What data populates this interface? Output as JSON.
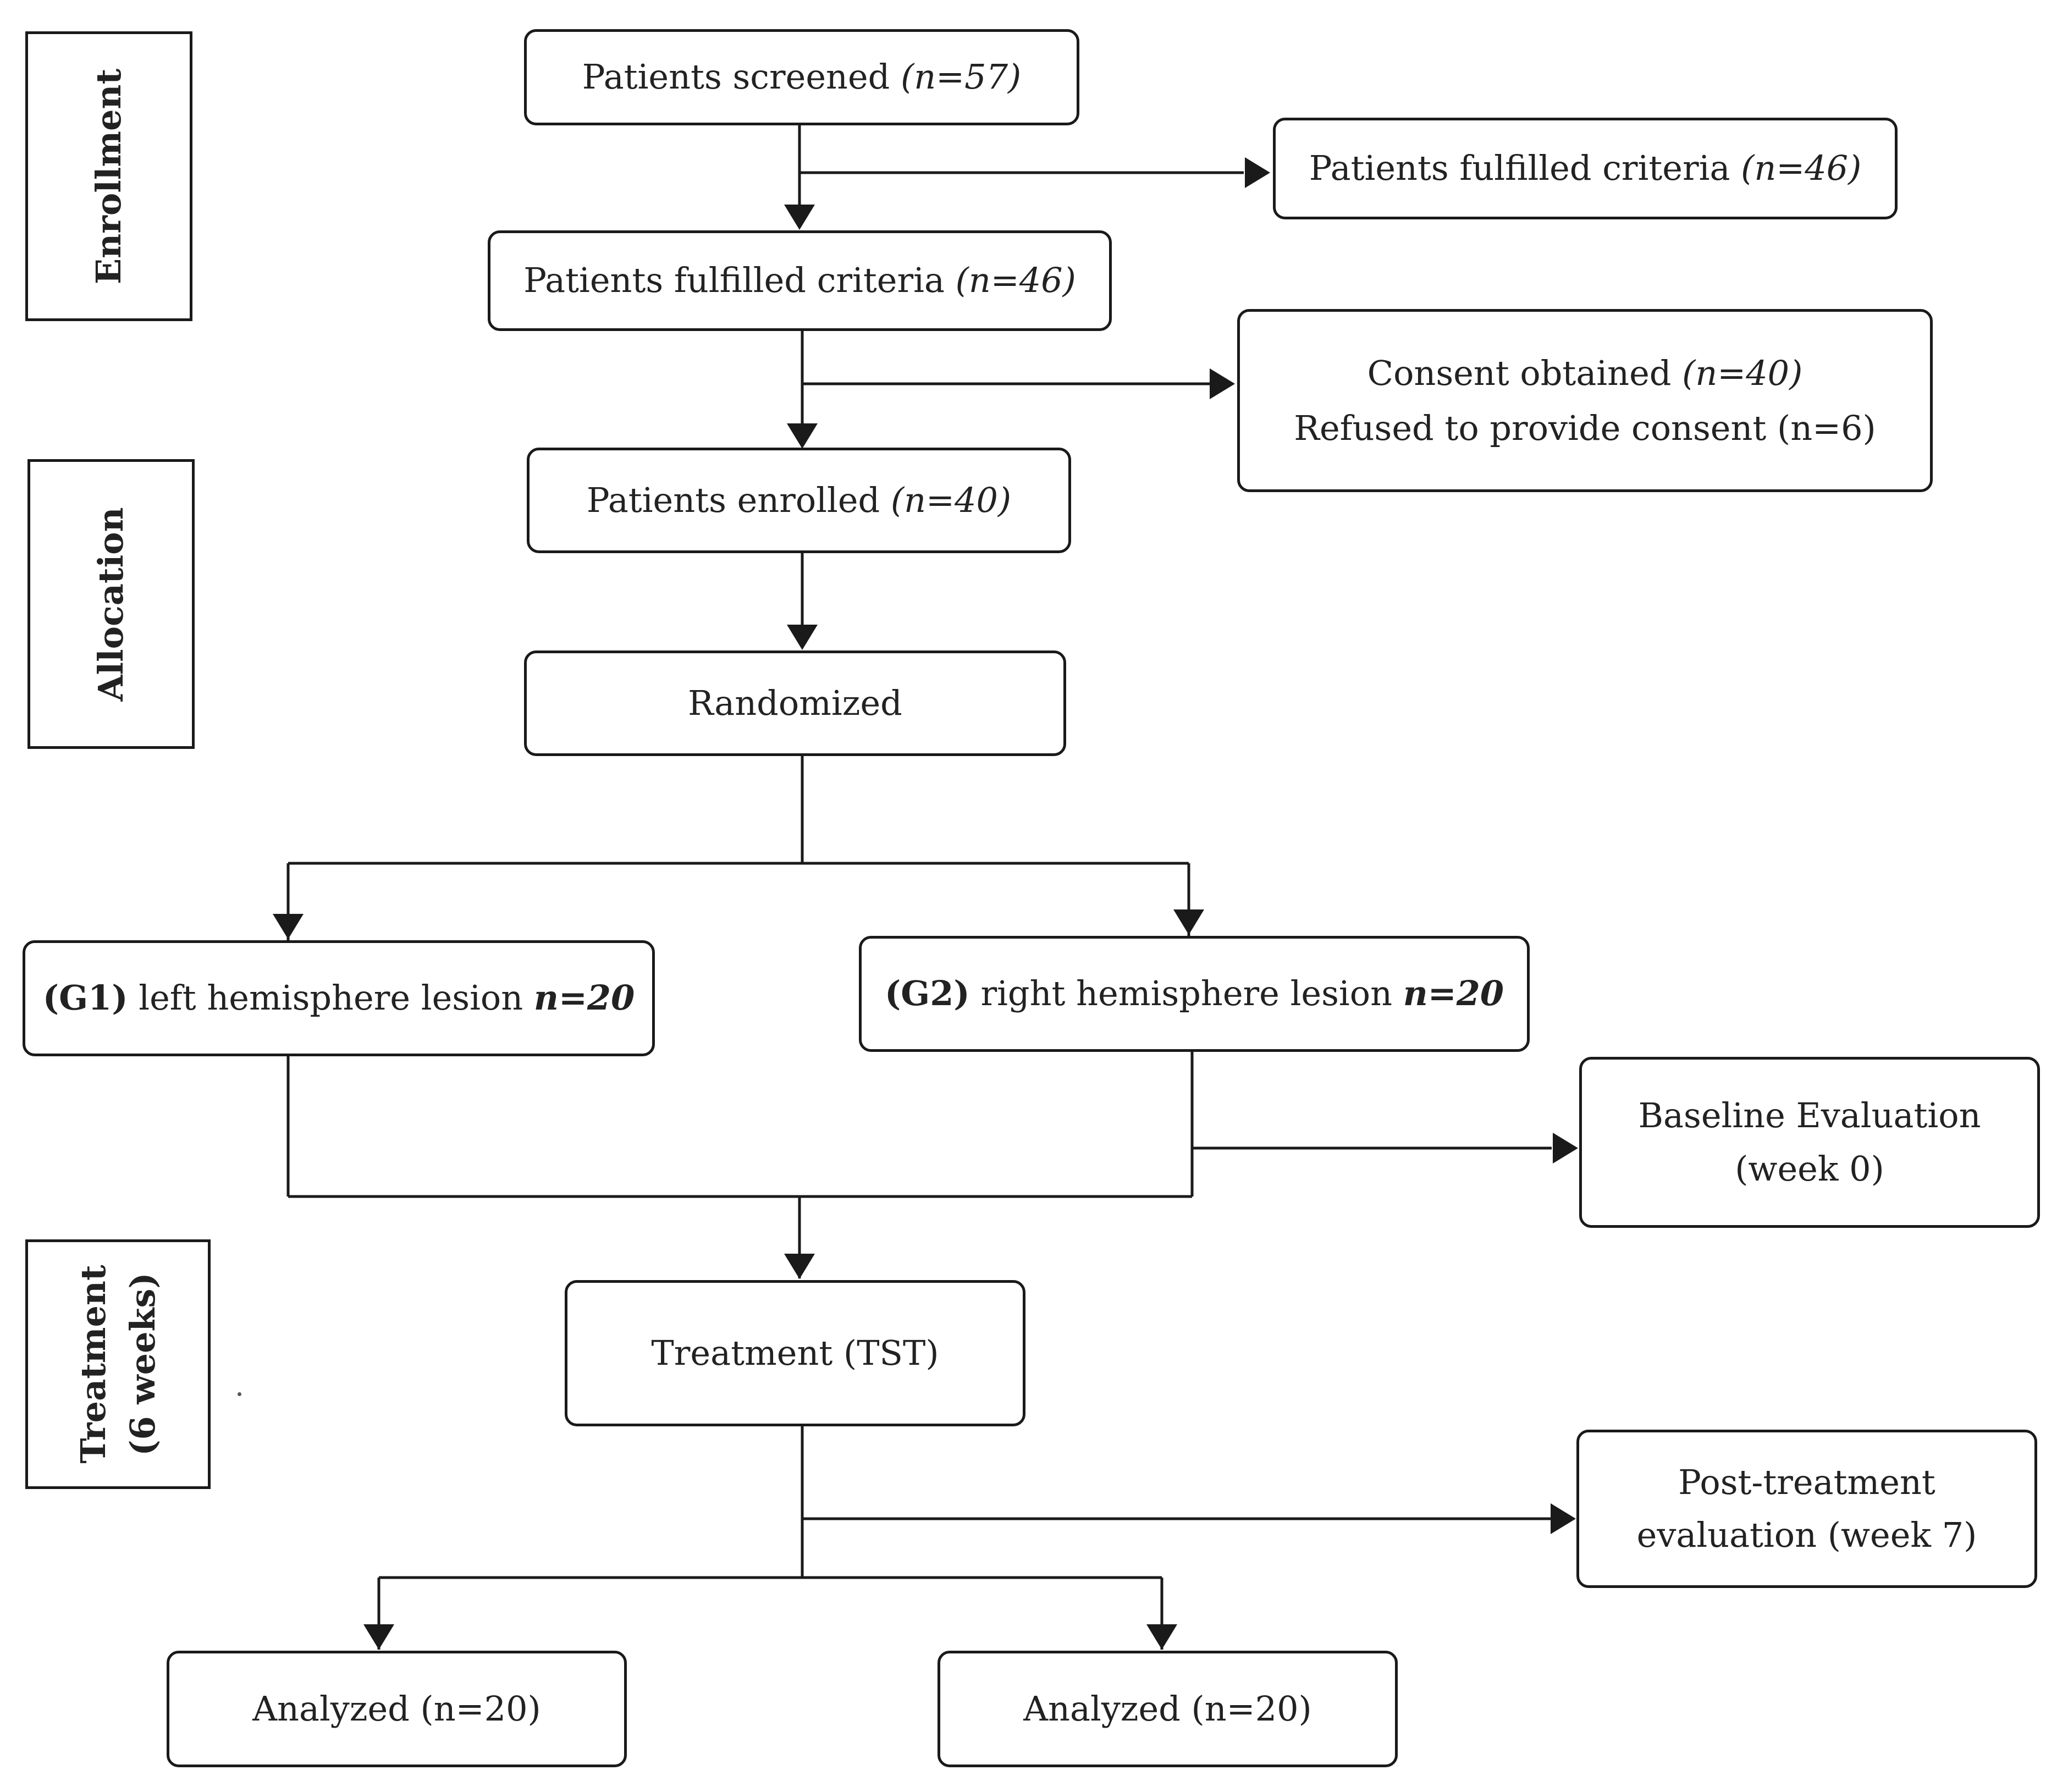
{
  "phases": {
    "enrollment": "Enrollment",
    "allocation": "Allocation",
    "treatment_line1": "Treatment",
    "treatment_line2": "(6 weeks)"
  },
  "boxes": {
    "screened": {
      "label": "Patients screened",
      "count": "(n=57)"
    },
    "fulfilled_side": {
      "label": "Patients fulfilled criteria",
      "count": "(n=46)"
    },
    "fulfilled_main": {
      "label": "Patients fulfilled criteria",
      "count": "(n=46)"
    },
    "consent": {
      "obtained_label": "Consent obtained",
      "obtained_count": "(n=40)",
      "refused": "Refused to provide consent (n=6)"
    },
    "enrolled": {
      "label": "Patients enrolled",
      "count": "(n=40)"
    },
    "randomized": "Randomized",
    "g1": {
      "tag": "(G1)",
      "label": "left hemisphere lesion",
      "count": "n=20"
    },
    "g2": {
      "tag": "(G2)",
      "label": "right hemisphere lesion",
      "count": "n=20"
    },
    "baseline": {
      "line1": "Baseline Evaluation",
      "line2": "(week 0)"
    },
    "treatment": "Treatment (TST)",
    "post": {
      "line1": "Post-treatment",
      "line2": "evaluation (week 7)"
    },
    "analyzed_left": "Analyzed (n=20)",
    "analyzed_right": "Analyzed (n=20)"
  },
  "colors": {
    "line": "#1a1a1a",
    "box_border": "#1a1a1a",
    "background": "#ffffff"
  }
}
